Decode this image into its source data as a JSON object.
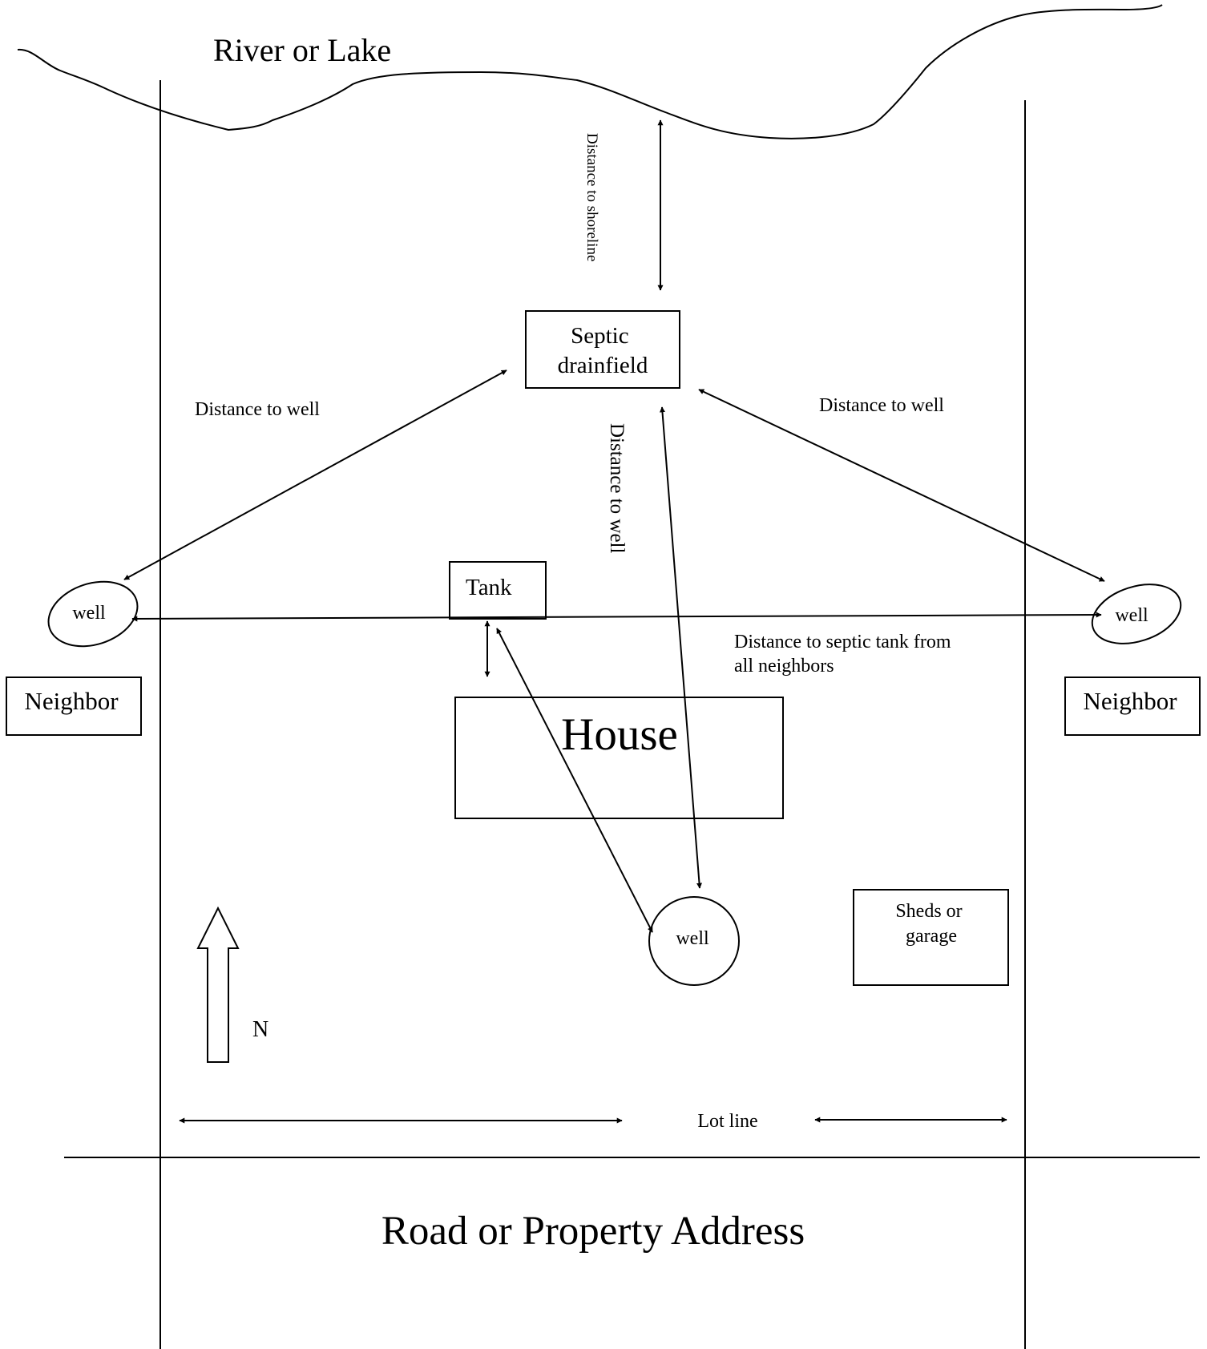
{
  "water_label": "River or Lake",
  "road_label": "Road or Property Address",
  "lot_line_label": "Lot line",
  "north_label": "N",
  "septic_drainfield": {
    "line1": "Septic",
    "line2": "drainfield"
  },
  "tank_label": "Tank",
  "house_label": "House",
  "shed": {
    "line1": "Sheds or",
    "line2": "garage"
  },
  "neighbor_left": "Neighbor",
  "neighbor_right": "Neighbor",
  "well_left": "well",
  "well_right": "well",
  "well_own": "well",
  "dist_shoreline": "Distance to shoreline",
  "dist_well_left": "Distance to well",
  "dist_well_right": "Distance to well",
  "dist_well_center": "Distance to well",
  "dist_tank": {
    "line1": "Distance to septic tank from",
    "line2": "all neighbors"
  },
  "colors": {
    "ink": "#000000",
    "background": "#ffffff"
  }
}
